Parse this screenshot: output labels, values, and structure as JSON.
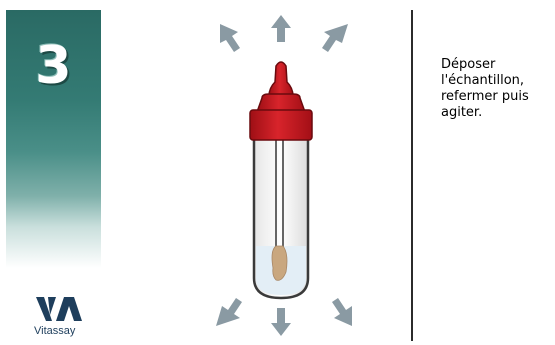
{
  "step": {
    "number": "3"
  },
  "logo": {
    "text": "Vitassay"
  },
  "instruction": {
    "lines": [
      "Déposer",
      "l'échantillon,",
      "refermer puis",
      "agiter."
    ]
  },
  "illustration": {
    "subject": "dropper-tube-with-swab",
    "action": "shake"
  },
  "colors": {
    "panel": "#347b74",
    "cap": "#c8161d",
    "arrow": "#8a9aa3",
    "sample": "#c9a77f"
  }
}
